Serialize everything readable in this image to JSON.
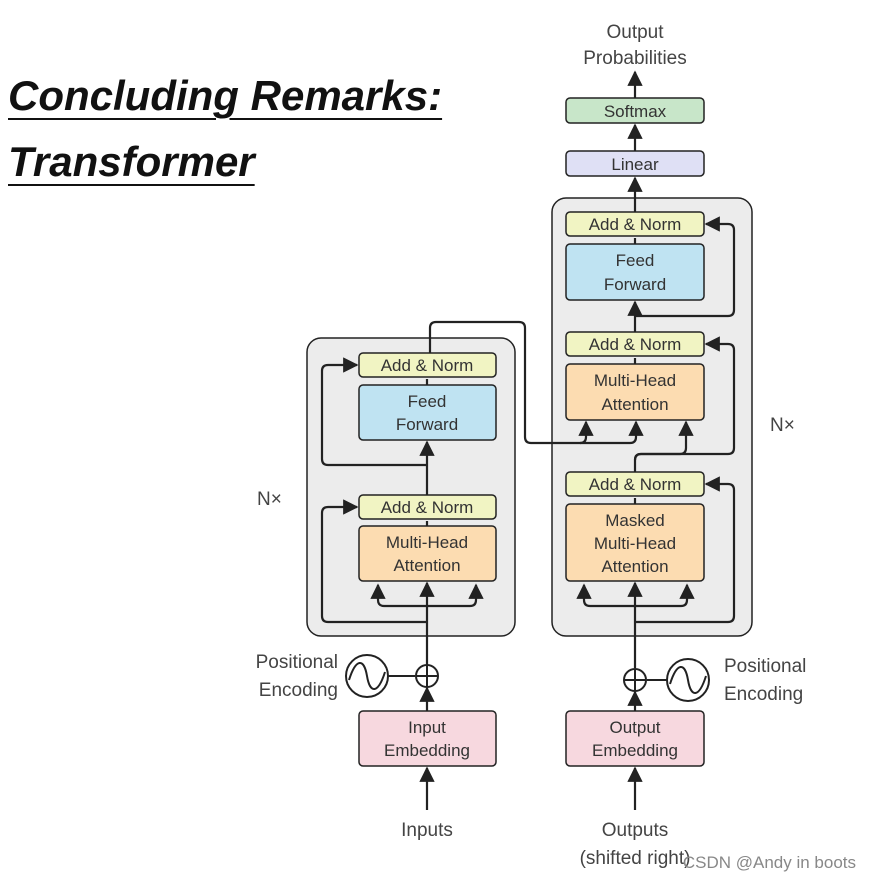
{
  "title": {
    "line1": "Concluding Remarks:",
    "line2": "Transformer"
  },
  "colors": {
    "add_norm": "#f1f4c3",
    "feed_forward": "#bfe3f2",
    "attention": "#fcdcb1",
    "embedding": "#f7d8df",
    "linear": "#dfe0f5",
    "softmax": "#c8e6c9",
    "stack_bg": "#ececec",
    "stroke": "#222222"
  },
  "diagram": {
    "output_probabilities": [
      "Output",
      "Probabilities"
    ],
    "softmax": "Softmax",
    "linear": "Linear",
    "nx": "N×",
    "encoder": {
      "add_norm_top": "Add & Norm",
      "feed_forward": [
        "Feed",
        "Forward"
      ],
      "add_norm_bottom": "Add & Norm",
      "multi_head": [
        "Multi-Head",
        "Attention"
      ],
      "positional_encoding": [
        "Positional",
        "Encoding"
      ],
      "input_embedding": [
        "Input",
        "Embedding"
      ],
      "inputs": "Inputs"
    },
    "decoder": {
      "add_norm_top": "Add & Norm",
      "feed_forward": [
        "Feed",
        "Forward"
      ],
      "add_norm_mid": "Add & Norm",
      "multi_head": [
        "Multi-Head",
        "Attention"
      ],
      "add_norm_bottom": "Add & Norm",
      "masked_multi_head": [
        "Masked",
        "Multi-Head",
        "Attention"
      ],
      "positional_encoding": [
        "Positional",
        "Encoding"
      ],
      "output_embedding": [
        "Output",
        "Embedding"
      ],
      "outputs": [
        "Outputs",
        "(shifted right)"
      ]
    }
  },
  "watermark": "CSDN @Andy in boots"
}
